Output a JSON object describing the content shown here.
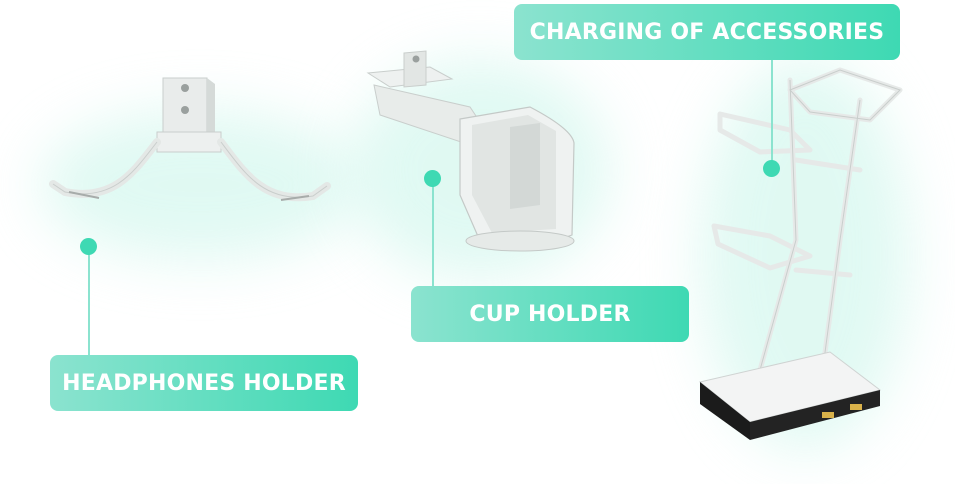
{
  "theme": {
    "accent": "#3ED9B3",
    "accent_light": "#8BE3CF",
    "glow": "#BFF3E6"
  },
  "labels": {
    "headphones": "HEADPHONES HOLDER",
    "cup": "CUP HOLDER",
    "charging": "CHARGING OF ACCESSORIES"
  },
  "products": [
    {
      "name": "headphones-holder",
      "icon": "headphones-hanger-illustration"
    },
    {
      "name": "cup-holder",
      "icon": "cup-holder-illustration"
    },
    {
      "name": "charging-stand",
      "icon": "controller-charging-stand-illustration"
    }
  ]
}
